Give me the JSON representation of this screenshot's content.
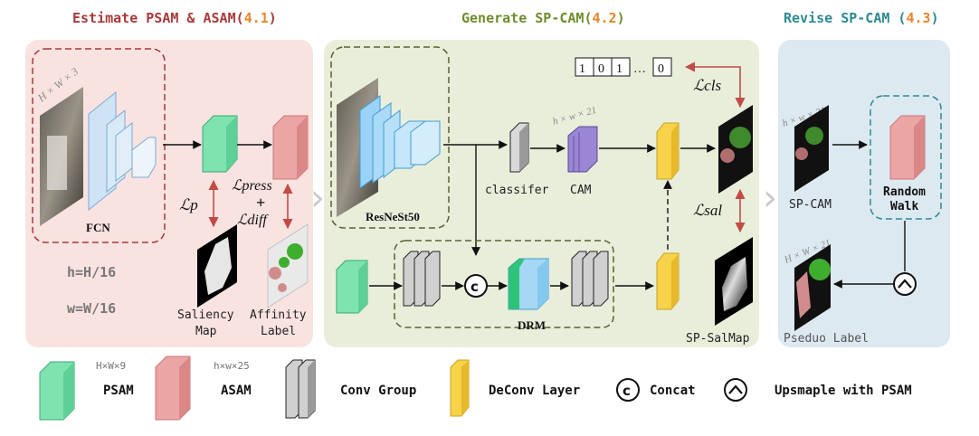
{
  "titles": {
    "t1_text": "Estimate PSAM & ASAM(",
    "t1_ref": "4.1",
    "t1_close": ")",
    "t2_text": "Generate SP-CAM(",
    "t2_ref": "4.2",
    "t2_close": ")",
    "t3_text": "Revise SP-CAM (",
    "t3_ref": "4.3",
    "t3_close": ")"
  },
  "section1": {
    "input_dims": "H × W × 3",
    "fcn_label": "FCN",
    "h_eq": "h=H/16",
    "w_eq": "w=W/16",
    "loss_p": "ℒp",
    "loss_press": "ℒpress",
    "plus": "+",
    "loss_diff": "ℒdiff",
    "saliency_line1": "Saliency",
    "saliency_line2": "Map",
    "affinity_line1": "Affinity",
    "affinity_line2": "Label"
  },
  "section2": {
    "backbone_label": "ResNeSt50",
    "classifier_label": "classifer",
    "cam_dims": "h × w × 21",
    "cam_label": "CAM",
    "vector_cells": [
      "1",
      "0",
      "1",
      "…",
      "0"
    ],
    "loss_cls": "ℒcls",
    "loss_sal": "ℒsal",
    "drm_label": "DRM",
    "concat_symbol": "c",
    "sp_salmap_label": "SP-SalMap"
  },
  "section3": {
    "cam_dims_top": "h × w × 21",
    "spcam_label": "SP-CAM",
    "rw_line1": "Random",
    "rw_line2": "Walk",
    "label_dims": "H × W × 21",
    "pseudo_label": "Pseduo Label"
  },
  "legend": {
    "psam_dims": "H×W×9",
    "psam_label": "PSAM",
    "asam_dims": "h×w×25",
    "asam_label": "ASAM",
    "conv_label": "Conv Group",
    "deconv_label": "DeConv Layer",
    "concat_symbol": "c",
    "concat_label": "Concat",
    "upsample_label": "Upsmaple with PSAM"
  },
  "colors": {
    "panel1": "#f9e3e1",
    "panel2": "#e9eedb",
    "panel3": "#dde9f1",
    "title1": "#a8393a",
    "title2": "#6e8d2c",
    "title3": "#2e8a93",
    "ref": "#e8862a",
    "loss_arrow": "#c24b45",
    "green_block": "#7fe3b0",
    "pink_block": "#eba5a4",
    "blue_block": "#a6d8f4",
    "yellow_block": "#f7d24a",
    "purple_block": "#9a86d4"
  }
}
